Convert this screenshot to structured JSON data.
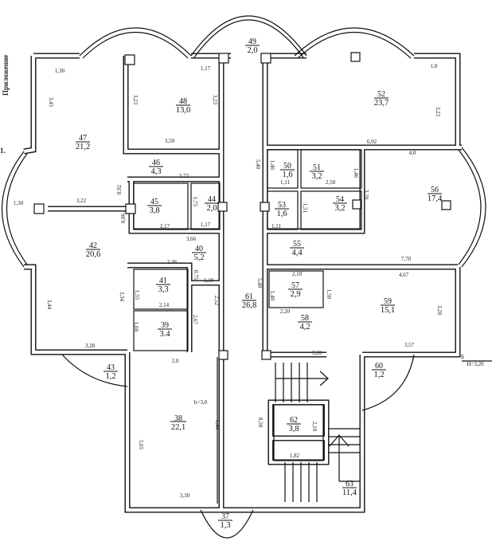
{
  "margin_label": "Приложение",
  "margin_number": "1.",
  "rooms": [
    {
      "number": "49",
      "area": "2,0"
    },
    {
      "number": "48",
      "area": "13,0"
    },
    {
      "number": "52",
      "area": "23,7"
    },
    {
      "number": "47",
      "area": "21,2"
    },
    {
      "number": "46",
      "area": "4,3"
    },
    {
      "number": "50",
      "area": "1,6"
    },
    {
      "number": "51",
      "area": "3,2"
    },
    {
      "number": "45",
      "area": "3,8"
    },
    {
      "number": "44",
      "area": "2,0"
    },
    {
      "number": "53",
      "area": "1,6"
    },
    {
      "number": "54",
      "area": "3,2"
    },
    {
      "number": "56",
      "area": "17,4"
    },
    {
      "number": "42",
      "area": "20,6"
    },
    {
      "number": "40",
      "area": "5,2"
    },
    {
      "number": "55",
      "area": "4,4"
    },
    {
      "number": "41",
      "area": "3,3"
    },
    {
      "number": "61",
      "area": "26,8"
    },
    {
      "number": "57",
      "area": "2,9"
    },
    {
      "number": "59",
      "area": "15,1"
    },
    {
      "number": "58",
      "area": "4,2"
    },
    {
      "number": "39",
      "area": "3.4"
    },
    {
      "number": "43",
      "area": "1,2"
    },
    {
      "number": "60",
      "area": "1,2"
    },
    {
      "number": "38",
      "area": "22,1"
    },
    {
      "number": "62",
      "area": "3,8"
    },
    {
      "number": "63",
      "area": "11,4"
    },
    {
      "number": "37",
      "area": "1,3"
    }
  ],
  "dimensions": [
    "1,30",
    "3,45",
    "1,17",
    "3,23",
    "3,23",
    "3,50",
    "3,72",
    "0,92",
    "1,30",
    "3,22",
    "0,86",
    "1,75",
    "2,17",
    "1,17",
    "3,66",
    "1,0",
    "3,23",
    "5,40",
    "6,92",
    "4,0",
    "1,46",
    "1,11",
    "2,58",
    "1,46",
    "3,20",
    "1,51",
    "1,11",
    "7,70",
    "2,46",
    "0,75",
    "1,10",
    "3,34",
    "1,55",
    "2,14",
    "2,52",
    "2,67",
    "1,60",
    "3,44",
    "3,28",
    "2,0",
    "5,40",
    "2,10",
    "1,40",
    "1,50",
    "4,67",
    "3,20",
    "2,20",
    "3,20",
    "3,57",
    "Б",
    "H=3,20",
    "h=3,0",
    "1,40",
    "5,65",
    "3,30",
    "8,50",
    "2,10",
    "1,82"
  ]
}
